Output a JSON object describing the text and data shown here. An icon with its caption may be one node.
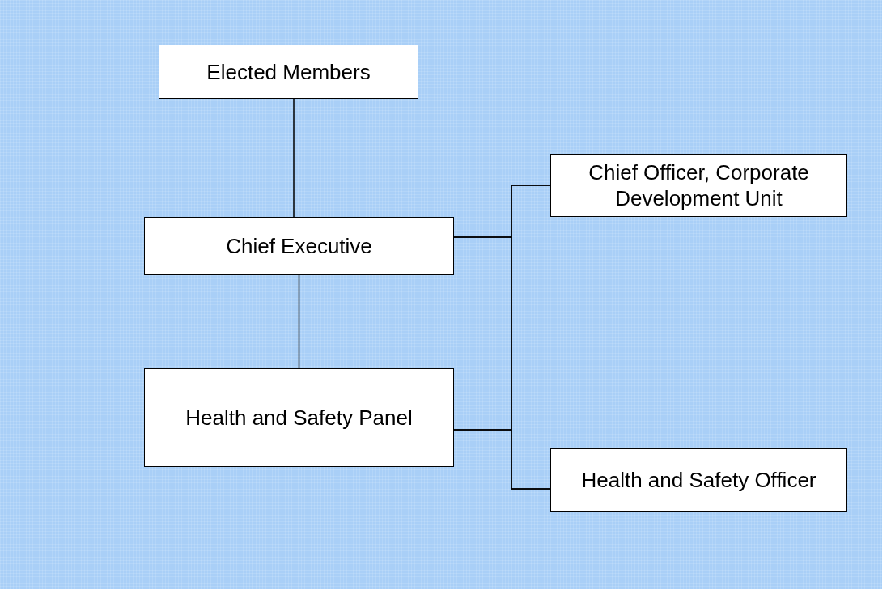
{
  "diagram": {
    "nodes": [
      {
        "text": [
          "Elected Members"
        ]
      },
      {
        "text": [
          "Chief Executive"
        ]
      },
      {
        "text": [
          "Chief Officer, Corporate Development Unit"
        ]
      },
      {
        "text": [
          "Health and Safety Panel"
        ]
      },
      {
        "text": [
          "Health and Safety Officer"
        ]
      }
    ],
    "edges": [
      {
        "from": 0,
        "to": 1,
        "arrow": "none"
      },
      {
        "from": 1,
        "to": 3,
        "arrow": "none"
      },
      {
        "from": 1,
        "to": 2,
        "arrow": "none"
      },
      {
        "from": 1,
        "to": 4,
        "arrow": "none"
      },
      {
        "from": 3,
        "to": 2,
        "arrow": "none"
      },
      {
        "from": 3,
        "to": 4,
        "arrow": "none"
      }
    ]
  }
}
